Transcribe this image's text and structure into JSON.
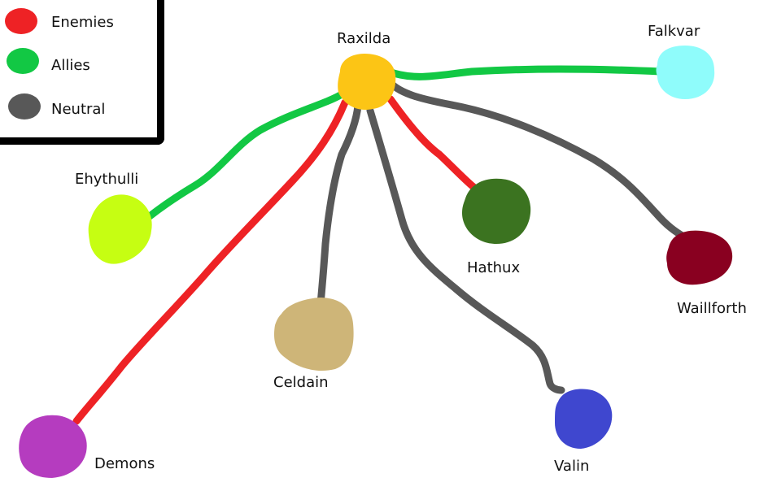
{
  "legend": {
    "items": [
      {
        "label": "Enemies",
        "color": "#ee2225"
      },
      {
        "label": "Allies",
        "color": "#12c844"
      },
      {
        "label": "Neutral",
        "color": "#585858"
      }
    ]
  },
  "nodes": {
    "raxilda": {
      "label": "Raxilda",
      "color": "#fcc515"
    },
    "falkvar": {
      "label": "Falkvar",
      "color": "#8ffcfb"
    },
    "ehythulli": {
      "label": "Ehythulli",
      "color": "#c6fe12"
    },
    "hathux": {
      "label": "Hathux",
      "color": "#3b7320"
    },
    "waillforth": {
      "label": "Waillforth",
      "color": "#890020"
    },
    "celdain": {
      "label": "Celdain",
      "color": "#ceb578"
    },
    "valin": {
      "label": "Valin",
      "color": "#3f47cf"
    },
    "demons": {
      "label": "Demons",
      "color": "#b53cbf"
    }
  },
  "relations": [
    {
      "from": "Raxilda",
      "to": "Falkvar",
      "type": "Allies"
    },
    {
      "from": "Raxilda",
      "to": "Ehythulli",
      "type": "Allies"
    },
    {
      "from": "Raxilda",
      "to": "Demons",
      "type": "Enemies"
    },
    {
      "from": "Raxilda",
      "to": "Hathux",
      "type": "Enemies"
    },
    {
      "from": "Raxilda",
      "to": "Celdain",
      "type": "Neutral"
    },
    {
      "from": "Raxilda",
      "to": "Valin",
      "type": "Neutral"
    },
    {
      "from": "Raxilda",
      "to": "Waillforth",
      "type": "Neutral"
    }
  ]
}
